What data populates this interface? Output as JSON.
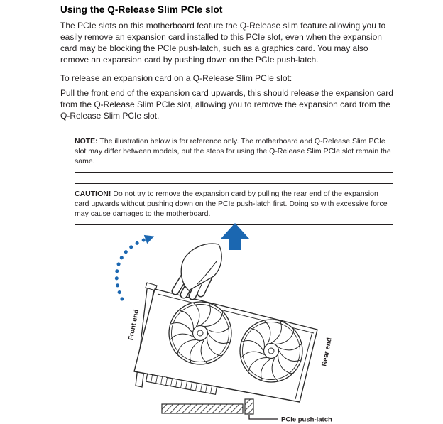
{
  "doc": {
    "title": "Using the Q-Release Slim PCIe slot",
    "intro": "The PCIe slots on this motherboard feature the Q-Release slim feature allowing you to easily remove an expansion card installed to this PCIe slot, even when the expansion card may be blocking the PCIe push-latch, such as a graphics card. You may also remove an expansion card by pushing down on the PCIe push-latch.",
    "release_heading": "To release an expansion card on a Q-Release Slim PCIe slot:",
    "release_body": "Pull the front end of the expansion card upwards, this should release the expansion card from the Q-Release Slim PCIe slot, allowing you to remove the expansion card from the Q-Release Slim PCIe slot.",
    "note_label": "NOTE:",
    "note_text": "The illustration below is for reference only. The motherboard and Q-Release Slim PCIe slot may differ between models, but the steps for using the Q-Release Slim PCIe slot remain the same.",
    "caution_label": "CAUTION!",
    "caution_text": "Do not try to remove the expansion card by pulling the rear end of the expansion card upwards without pushing down on the PCIe push-latch first. Doing so with excessive force may cause damages to the motherboard.",
    "figure": {
      "front_end": "Front end",
      "rear_end": "Rear end",
      "push_latch": "PCIe push-latch"
    },
    "colors": {
      "accent": "#1b67b1",
      "ink": "#231f20"
    }
  }
}
